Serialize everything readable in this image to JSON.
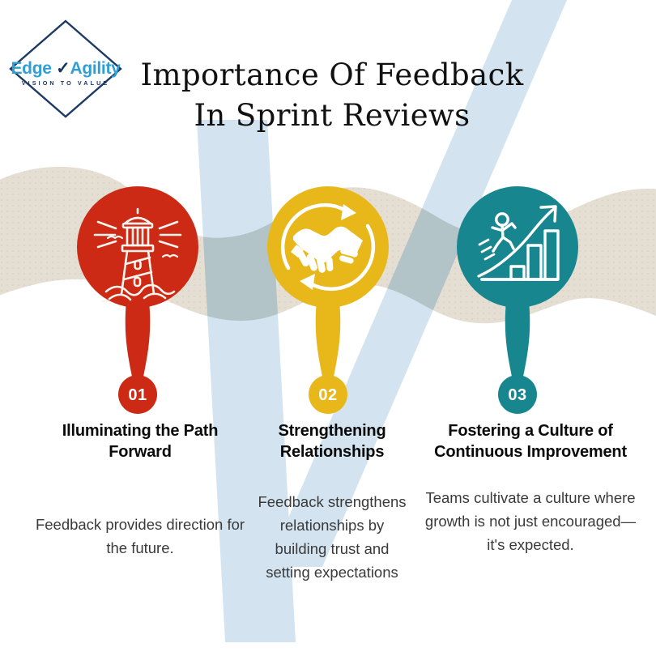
{
  "logo": {
    "word_one": "Edge ",
    "check_glyph": "✓",
    "word_two": "Agility",
    "tagline": "VISION TO VALUE"
  },
  "header": {
    "title": "Importance Of Feedback In Sprint Reviews"
  },
  "cards": [
    {
      "number": "01",
      "heading": "Illuminating the Path Forward",
      "body": "Feedback provides direction for the future.",
      "icon": "lighthouse-icon",
      "color": "#cc2a15"
    },
    {
      "number": "02",
      "heading": "Strengthening Relationships",
      "body": "Feedback strengthens relationships by building trust and setting expectations",
      "icon": "handshake-cycle-icon",
      "color": "#e8b81b"
    },
    {
      "number": "03",
      "heading": "Fostering a Culture of Continuous Improvement",
      "body": "Teams cultivate a culture where growth is not just encouraged—it's expected.",
      "icon": "growth-chart-icon",
      "color": "#17868f"
    }
  ],
  "palette": {
    "background": "#ffffff",
    "check_blue": "#d3e4f0",
    "band_beige": "#e5ded3",
    "band_overlap": "#a9bfc6",
    "red": "#cc2a15",
    "gold": "#e8b81b",
    "teal": "#17868f",
    "heading_text": "#0a0a0a",
    "body_text": "#3a3a3a",
    "logo_blue": "#2e9fd4",
    "logo_navy": "#17355f"
  }
}
